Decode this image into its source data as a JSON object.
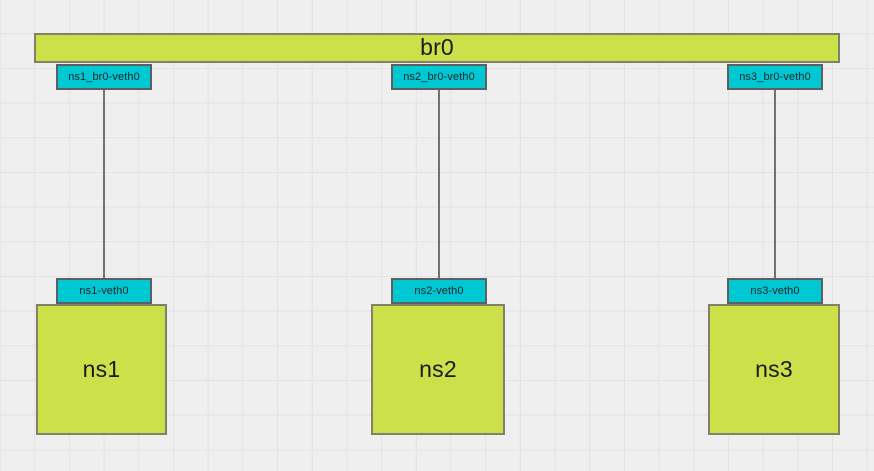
{
  "diagram": {
    "type": "network-topology",
    "title_node": "br0",
    "colors": {
      "bridge_fill": "#cce04a",
      "bridge_stroke": "#7f8168",
      "namespace_fill": "#cce04a",
      "namespace_stroke": "#7f8168",
      "veth_fill": "#00c8d2",
      "veth_stroke": "#5c6063",
      "link_stroke": "#6f7275",
      "canvas_bg": "#efefef",
      "grid_line": "#e2e2e2"
    },
    "bridge": {
      "label": "br0"
    },
    "namespaces": [
      {
        "label": "ns1",
        "bridge_side_veth": "ns1_br0-veth0",
        "ns_side_veth": "ns1-veth0"
      },
      {
        "label": "ns2",
        "bridge_side_veth": "ns2_br0-veth0",
        "ns_side_veth": "ns2-veth0"
      },
      {
        "label": "ns3",
        "bridge_side_veth": "ns3_br0-veth0",
        "ns_side_veth": "ns3-veth0"
      }
    ]
  }
}
